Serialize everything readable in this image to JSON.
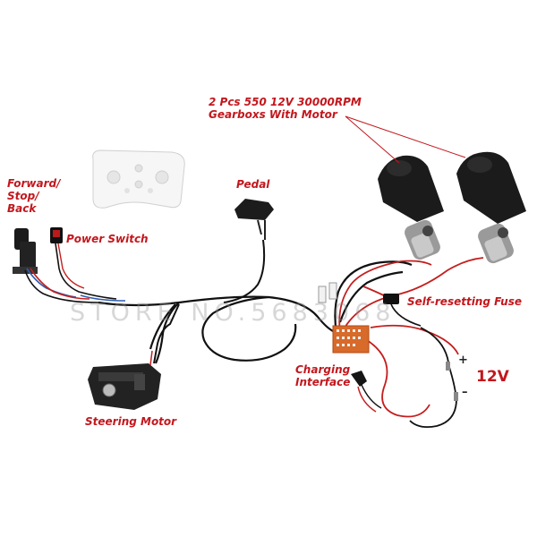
{
  "labels": {
    "gearbox_line1": "2 Pcs 550 12V 30000RPM",
    "gearbox_line2": "Gearboxs With Motor",
    "forward": "Forward/",
    "stop": "Stop/",
    "back": "Back",
    "power_switch": "Power Switch",
    "pedal": "Pedal",
    "self_fuse": "Self-resetting Fuse",
    "charging_1": "Charging",
    "charging_2": "Interface",
    "voltage": "12V",
    "plus": "+",
    "minus": "–",
    "steering_motor": "Steering Motor"
  },
  "watermark": "STORE NO.5683068",
  "colors": {
    "label": "#c3171d",
    "wire_black": "#111111",
    "wire_red": "#c41e1e",
    "wire_blue": "#2f5db0",
    "remote": "#f4f4f4"
  }
}
